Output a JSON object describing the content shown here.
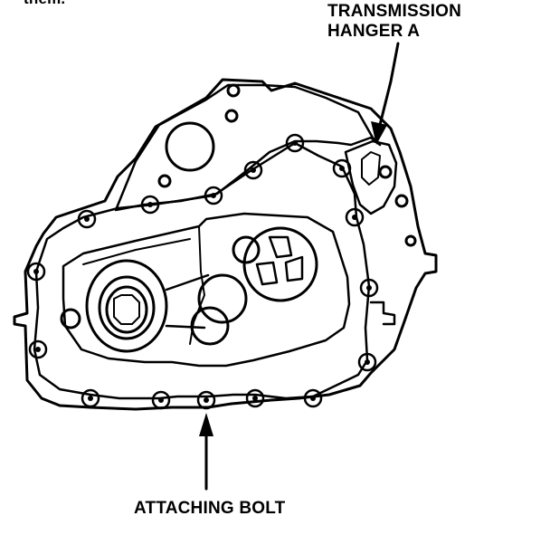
{
  "labels": {
    "top_fragment": "them.",
    "hanger_line1": "TRANSMISSION",
    "hanger_line2": "HANGER A",
    "bolt": "ATTACHING BOLT"
  },
  "colors": {
    "ink": "#000000",
    "paper": "#ffffff"
  }
}
